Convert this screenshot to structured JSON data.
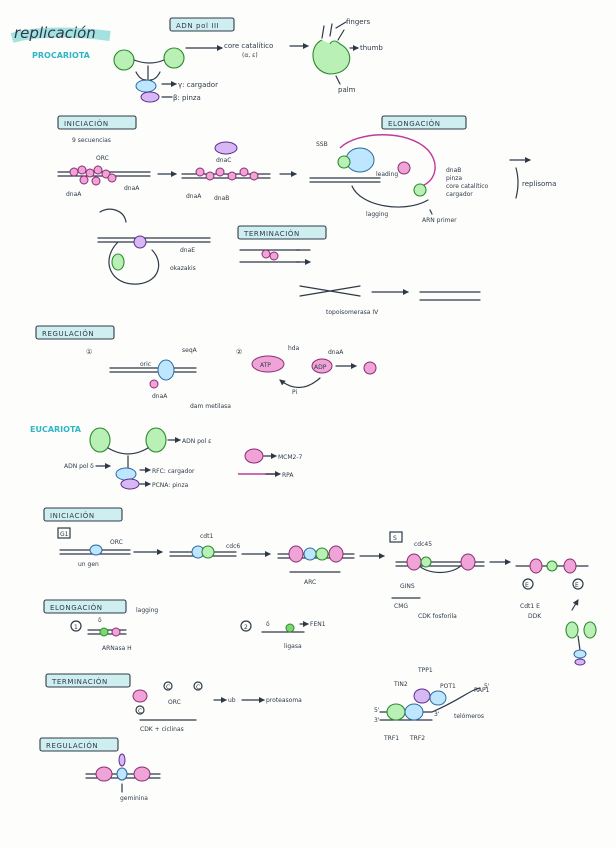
{
  "title": "replicación",
  "sections": {
    "procariota": "PROCARIOTA",
    "eucariota": "EUCARIOTA"
  },
  "labels": {
    "adnpol3_box": "ADN pol III",
    "core_catalitico": "core catalítico",
    "core_sub": "(α, ε)",
    "fingers": "fingers",
    "thumb": "thumb",
    "palm": "palm",
    "gamma_cargador": "γ: cargador",
    "beta_pinza": "β: pinza",
    "iniciacion_box": "INICIACIÓN",
    "secuencias": "9 secuencias",
    "orc": "ORC",
    "dnaa": "dnaA",
    "dnac": "dnaC",
    "dnab": "dnaB",
    "elongacion_box": "ELONGACIÓN",
    "ssb": "SSB",
    "dnab2": "dnaB",
    "pinza": "pinza",
    "core_cat2": "core catalítico",
    "cargador": "cargador",
    "replisoma": "replisoma",
    "arn_primer": "ARN primer",
    "leading": "leading",
    "lagging": "lagging",
    "dnae": "dnaE",
    "okazaki": "okazakis",
    "terminacion_box": "TERMINACIÓN",
    "topoisomerasa": "topoisomerasa IV",
    "regulacion_box": "REGULACIÓN",
    "seqa": "seqA",
    "hda": "hda",
    "dnaa_p": "dnaA",
    "dnaa3": "dnaA",
    "dam": "dam metilasa",
    "oric": "oric",
    "atp": "ATP",
    "adp": "ADP",
    "pi": "Pi",
    "adnpol_e": "ADN pol ε",
    "adnpol_d": "ADN pol δ",
    "rfc": "RFC: cargador",
    "pcna": "PCNA: pinza",
    "mcm": "MCM2-7",
    "rpa": "RPA",
    "iniciacion2_box": "INICIACIÓN",
    "g1": "G1",
    "orc2": "ORC",
    "un_gen": "un gen",
    "cdt1": "cdt1",
    "cdc6": "cdc6",
    "arc": "ARC",
    "s": "S",
    "cdc45": "cdc45",
    "gins": "GINS",
    "cmg": "CMG",
    "cdt1_e": "Cdt1 E",
    "ddk": "DDK",
    "cdk_fosforila": "CDK fosforila",
    "elongacion2_box": "ELONGACIÓN",
    "lagging2": "lagging",
    "num1": "1",
    "num2": "2",
    "d1": "δ",
    "d2": "δ",
    "arnasa": "ARNasa H",
    "ligasa": "ligasa",
    "fen1": "FEN1",
    "terminacion2_box": "TERMINACIÓN",
    "orc3": "ORC",
    "ub": "ub",
    "proteasoma": "proteasoma",
    "cdk_ciclinas": "CDK + ciclinas",
    "regulacion2_box": "REGULACIÓN",
    "geminina": "geminina",
    "tpp1": "TPP1",
    "trf1": "TRF1",
    "pot1": "POT1",
    "tin2": "TIN2",
    "rap1": "RAP1",
    "trf2": "TRF2",
    "telomeros": "telómeros",
    "five1": "5'",
    "three1": "3'",
    "three2": "3'",
    "five2": "5'",
    "circ1": "①",
    "circ2": "②",
    "c_mark": "C",
    "e_mark": "E",
    "e_mark2": "E",
    "c_mark2": "C",
    "c_mark3": "C"
  },
  "colors": {
    "ink": "#2e3a48",
    "highlight_teal": "#38c2c2",
    "box_fill": "#cfeef0",
    "pink": "#f0a3d6",
    "green": "#b8f0b5",
    "section_title": "#2fb6c4"
  }
}
